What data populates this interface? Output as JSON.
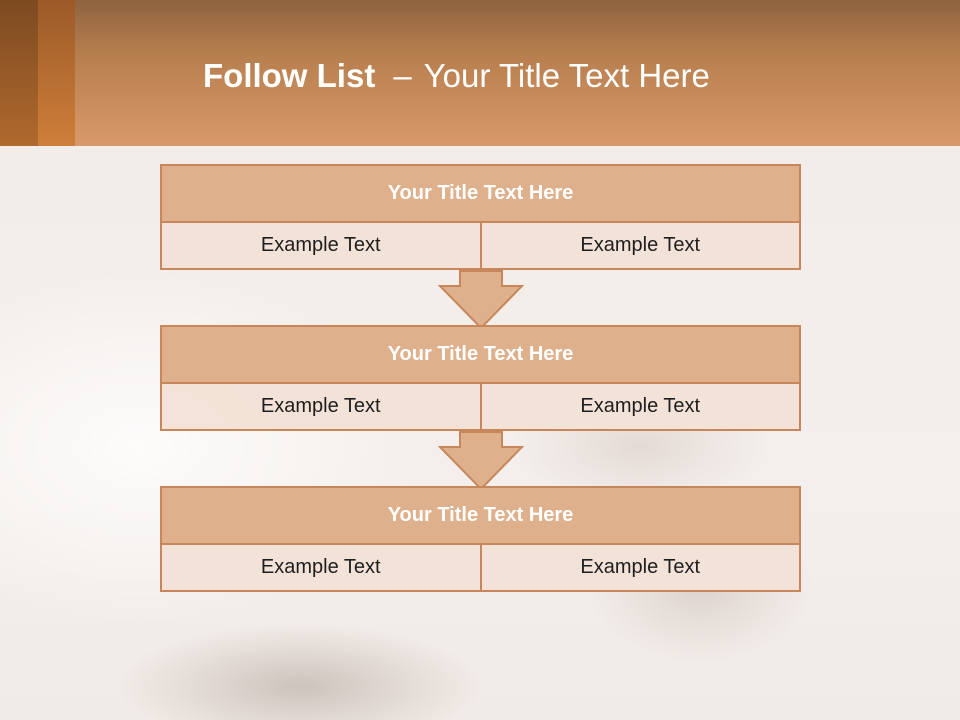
{
  "header": {
    "title_bold": "Follow List",
    "title_dash": "–",
    "title_rest": "Your Title Text Here"
  },
  "steps": [
    {
      "title": "Your Title Text Here",
      "left": "Example Text",
      "right": "Example Text"
    },
    {
      "title": "Your Title Text Here",
      "left": "Example Text",
      "right": "Example Text"
    },
    {
      "title": "Your Title Text Here",
      "left": "Example Text",
      "right": "Example Text"
    }
  ],
  "colors": {
    "accent": "#c8875a",
    "header_fill": "#deb08c",
    "cell_fill": "#f3e2d7",
    "title_bar": "#b9804f"
  }
}
